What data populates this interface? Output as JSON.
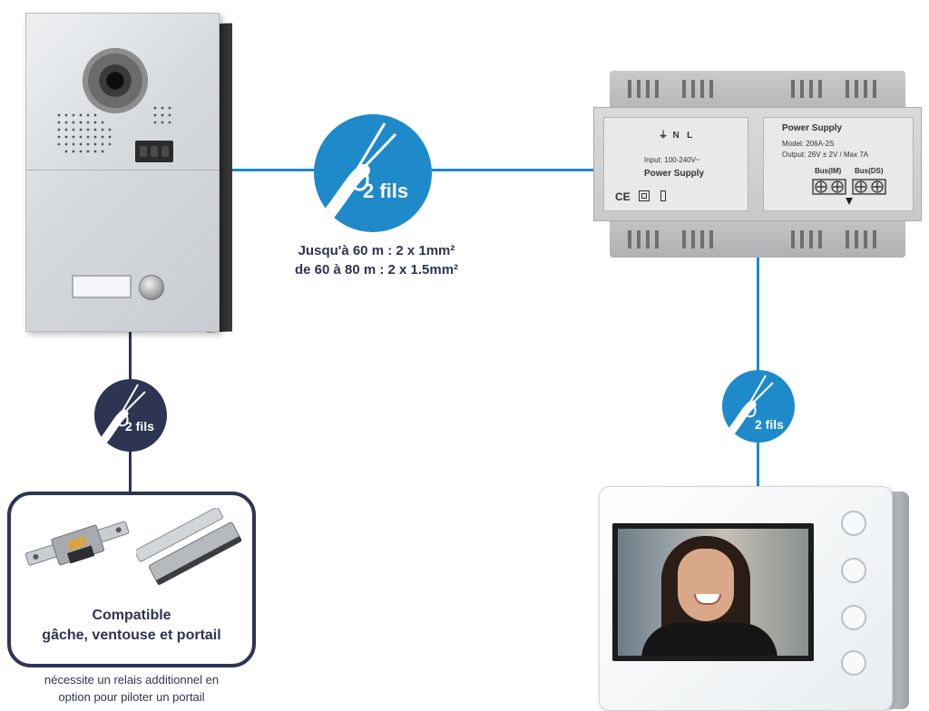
{
  "colors": {
    "cable_blue": "#1e8ac9",
    "badge_blue": "#1e8ac9",
    "badge_navy": "#2e3552",
    "panel_border": "#2e3552"
  },
  "main_cable": {
    "badge_text": "2 fils",
    "spec_line1": "Jusqu'à 60 m : 2 x 1mm²",
    "spec_line2": "de 60 à 80 m : 2 x 1.5mm²"
  },
  "left_cable": {
    "badge_text": "2 fils"
  },
  "right_cable": {
    "badge_text": "2 fils"
  },
  "power_supply": {
    "left_terminals": "⏚  N   L",
    "input": "Input:  100-240V~",
    "left_title": "Power Supply",
    "marks": "CE",
    "right_title": "Power Supply",
    "model": "Model:   206A-2S",
    "output": "Output:  26V ± 2V / Max 7A",
    "bus_im": "Bus(IM)",
    "bus_ds": "Bus(DS)"
  },
  "accessories": {
    "title_line1": "Compatible",
    "title_line2": "gâche, ventouse et portail",
    "note_line1": "nécessite un relais additionnel en",
    "note_line2": "option pour piloter un portail"
  }
}
